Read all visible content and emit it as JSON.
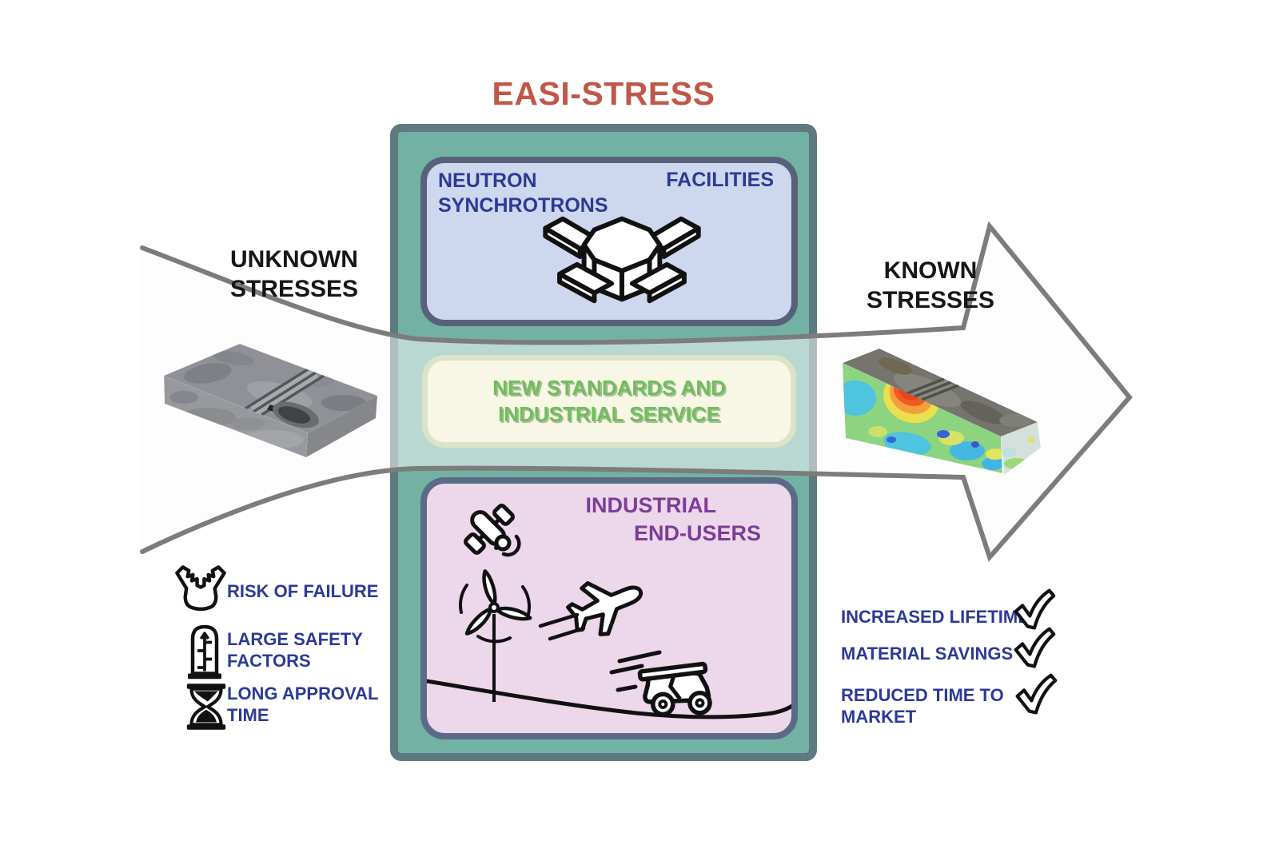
{
  "title": "EASI-STRESS",
  "colors": {
    "title_text": "#C0584A",
    "panel_fill": "#73B1A5",
    "panel_border": "#5E7A80",
    "facilities_box_fill": "#CDD7ED",
    "facilities_box_border": "#57627A",
    "standards_box_fill": "#F8F6E4",
    "standards_box_border": "#DBE3C9",
    "endusers_box_fill": "#EDD7EA",
    "endusers_box_border": "#5C6B85",
    "navy_text": "#2B3A97",
    "green_text": "#6FBE5D",
    "purple_text": "#7B3E98",
    "arrow_outline": "#7C7C7C",
    "stress_hotspot": "#EF5A25"
  },
  "flow": {
    "left_label": "UNKNOWN STRESSES",
    "right_label": "KNOWN STRESSES",
    "left_sample_icon": "gray-metal-sample-image",
    "right_sample_icon": "stress-heatmap-sample-image",
    "arrow_icon": "right-flow-arrow"
  },
  "facilities_box": {
    "label_left": "NEUTRON SYNCHROTRONS",
    "label_right": "FACILITIES",
    "icon": "synchrotron-facility-icon"
  },
  "standards_box": {
    "label": "NEW STANDARDS AND INDUSTRIAL SERVICE"
  },
  "endusers_box": {
    "label_line1": "INDUSTRIAL",
    "label_line2": "END-USERS",
    "icons": [
      "satellite-icon",
      "wind-turbine-icon",
      "airplane-icon",
      "car-icon",
      "ground-line"
    ]
  },
  "risks": {
    "items": [
      {
        "label": "RISK OF FAILURE",
        "icon": "fractured-part-icon"
      },
      {
        "label": "LARGE SAFETY FACTORS",
        "icon": "safety-gauge-icon"
      },
      {
        "label": "LONG APPROVAL TIME",
        "icon": "hourglass-icon"
      }
    ]
  },
  "benefits": {
    "items": [
      {
        "label": "INCREASED LIFETIME",
        "icon": "checkmark-icon"
      },
      {
        "label": "MATERIAL SAVINGS",
        "icon": "checkmark-icon"
      },
      {
        "label": "REDUCED TIME TO MARKET",
        "icon": "checkmark-icon"
      }
    ]
  }
}
